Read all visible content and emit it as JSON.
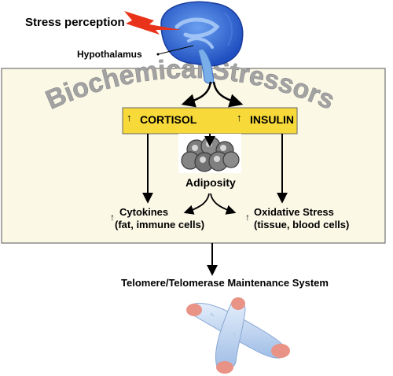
{
  "top": {
    "stress_perception": "Stress perception",
    "hypothalamus": "Hypothalamus"
  },
  "panel": {
    "arc_title": "Biochemical Stressors",
    "cortisol": "CORTISOL",
    "insulin": "INSULIN",
    "up_arrow": "↑",
    "adiposity": "Adiposity",
    "cytokines_line1": "Cytokines",
    "cytokines_line2": "(fat, immune cells)",
    "oxidative_line1": "Oxidative Stress",
    "oxidative_line2": "(tissue, blood cells)"
  },
  "bottom": {
    "telomere_system": "Telomere/Telomerase Maintenance System"
  },
  "colors": {
    "panel_fill": "#fbf8e6",
    "hormone_box": "#f7da3a",
    "brain_blue": "#2f5fd0",
    "brain_light": "#5b94e8",
    "stem_blue": "#79aee8",
    "lightning": "#e8331a",
    "arc_text_gray": "#a3a3a3",
    "chromosome_body": "#c4d8f0",
    "chromosome_tip": "#e99286"
  },
  "icons": [
    "brain-icon",
    "lightning-icon",
    "fat-cell-cluster-icon",
    "chromosome-icon"
  ]
}
